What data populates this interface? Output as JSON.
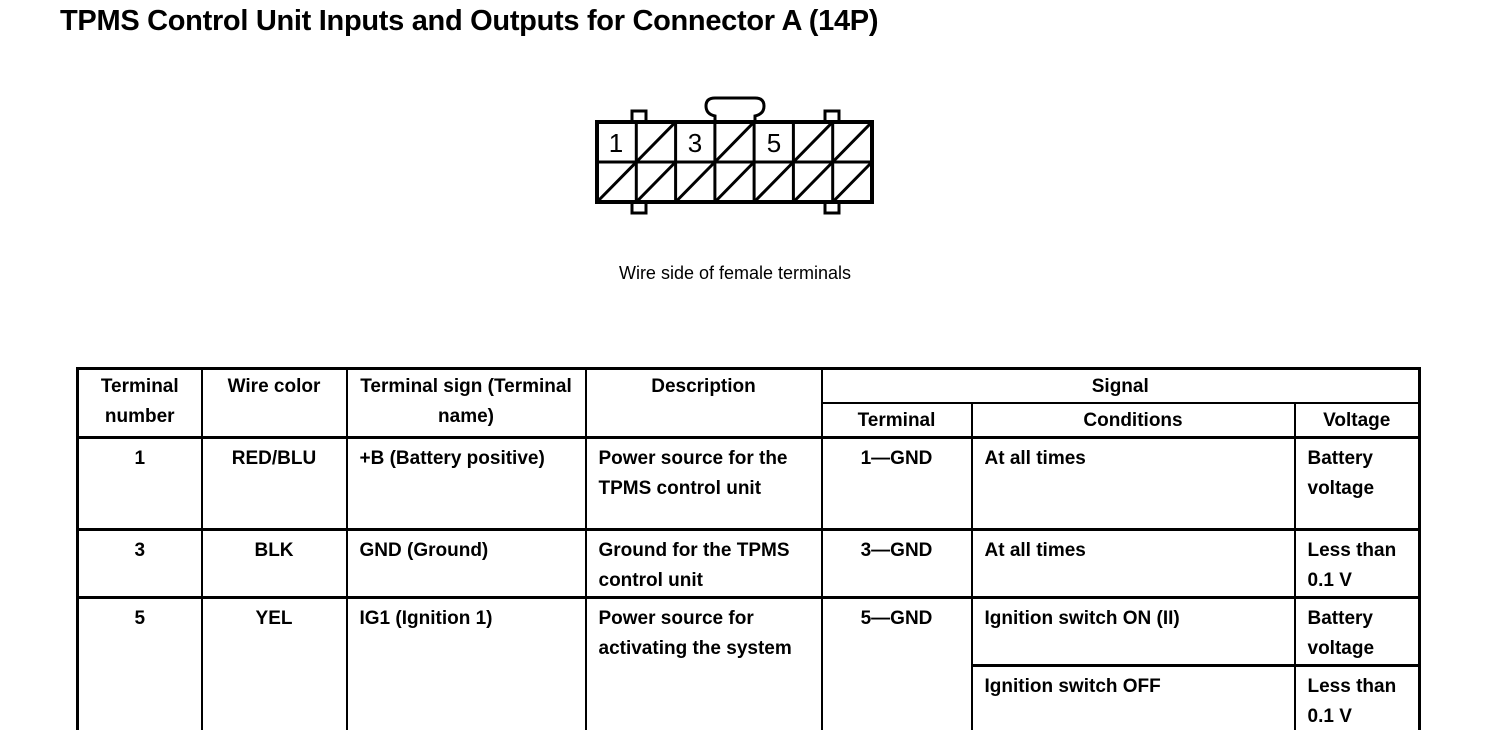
{
  "page": {
    "title": "TPMS Control Unit Inputs and Outputs for Connector A (14P)"
  },
  "connector": {
    "caption": "Wire side of female terminals",
    "pins": [
      "1",
      "3",
      "5"
    ]
  },
  "table": {
    "headers": [
      "Terminal number",
      "Wire color",
      "Terminal sign (Terminal name)",
      "Description",
      "Signal",
      "Terminal",
      "Conditions",
      "Voltage"
    ],
    "rows": [
      {
        "terminal": "1",
        "wire_color": "RED/BLU",
        "terminal_sign": "+B (Battery positive)",
        "description": "Power source for the TPMS control unit",
        "signal_terminal": "1—GND",
        "signals": [
          {
            "conditions": "At all times",
            "voltage": "Battery voltage"
          }
        ]
      },
      {
        "terminal": "3",
        "wire_color": "BLK",
        "terminal_sign": "GND (Ground)",
        "description": "Ground for the TPMS control unit",
        "signal_terminal": "3—GND",
        "signals": [
          {
            "conditions": "At all times",
            "voltage": "Less than 0.1 V"
          }
        ]
      },
      {
        "terminal": "5",
        "wire_color": "YEL",
        "terminal_sign": "IG1 (Ignition 1)",
        "description": "Power source for activating the system",
        "signal_terminal": "5—GND",
        "signals": [
          {
            "conditions": "Ignition switch ON (II)",
            "voltage": "Battery voltage"
          },
          {
            "conditions": "Ignition switch OFF",
            "voltage": "Less than 0.1 V"
          }
        ]
      }
    ]
  }
}
